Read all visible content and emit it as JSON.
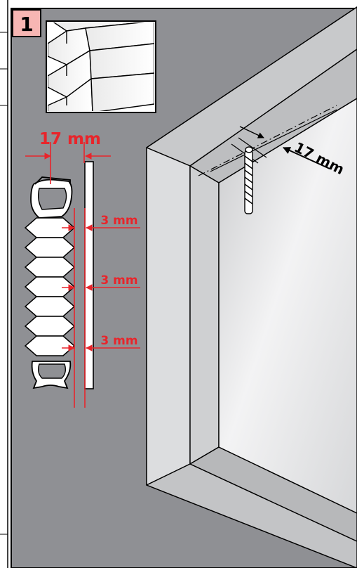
{
  "step": {
    "number": "1"
  },
  "dimensions": {
    "top_width": "17 mm",
    "gap_1": "3 mm",
    "gap_2": "3 mm",
    "gap_3": "3 mm",
    "drill_offset": "17 mm"
  },
  "colors": {
    "background": "#8f9094",
    "accent_red": "#e8252b",
    "frame_light": "#d4d5d7",
    "glass": "#e8e9ea",
    "step_box": "#f7b6b3"
  },
  "icons": [
    "honeycomb-blind-detail-icon",
    "drill-bit-icon",
    "pleated-blind-profile-icon",
    "window-frame-icon"
  ]
}
